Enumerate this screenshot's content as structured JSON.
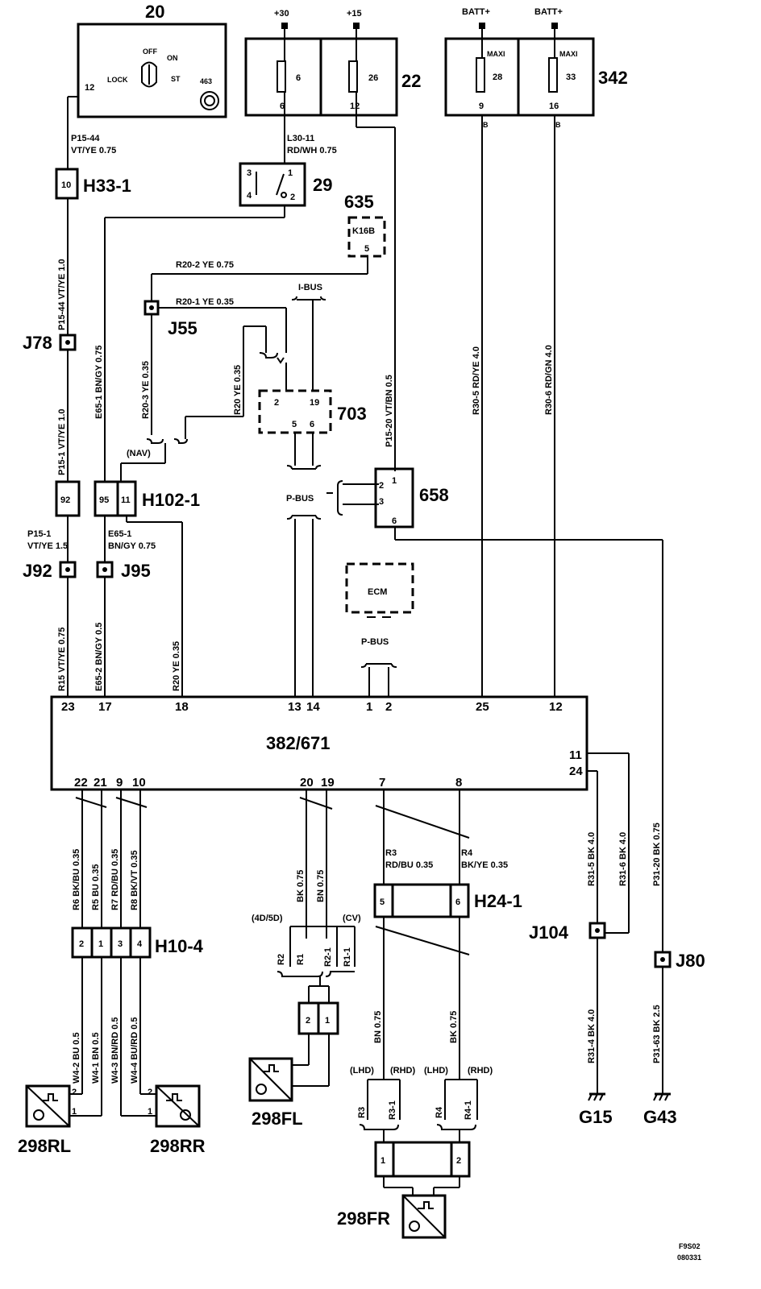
{
  "components": {
    "c20": "20",
    "c22": "22",
    "c342": "342",
    "c29": "29",
    "c635": "635",
    "k16b": "K16B",
    "c703": "703",
    "c658": "658",
    "ecm": "ECM",
    "main": "382/671",
    "h33": "H33-1",
    "h102": "H102-1",
    "h10": "H10-4",
    "h24": "H24-1",
    "j78": "J78",
    "j55": "J55",
    "j92": "J92",
    "j95": "J95",
    "j104": "J104",
    "j80": "J80",
    "g15": "G15",
    "g43": "G43",
    "rl": "298RL",
    "rr": "298RR",
    "fl": "298FL",
    "fr": "298FR"
  },
  "supply": {
    "t30": "+30",
    "t15": "+15",
    "batt1": "BATT+",
    "batt2": "BATT+",
    "maxi": "MAXI"
  },
  "ign": {
    "off": "OFF",
    "on": "ON",
    "lock": "LOCK",
    "st": "ST",
    "n463": "463",
    "p12": "12"
  },
  "fuse": {
    "f6": "6",
    "f26": "26",
    "o6": "6",
    "o12": "12",
    "f28": "28",
    "f33": "33",
    "o9": "9",
    "o16": "16",
    "b1": "B",
    "b2": "B"
  },
  "relay": {
    "p1": "1",
    "p2": "2",
    "p3": "3",
    "p4": "4"
  },
  "pins": {
    "h33": "10",
    "h102a": "92",
    "h102b": "95",
    "h102c": "11",
    "k16b": "5",
    "m703a": "2",
    "m703b": "19",
    "m703c": "5",
    "m703d": "6",
    "m658a": "1",
    "m658b": "2",
    "m658c": "3",
    "m658d": "6",
    "top": [
      "23",
      "17",
      "18",
      "13",
      "14",
      "1",
      "2",
      "25",
      "12"
    ],
    "r11": "11",
    "r24": "24",
    "bot": [
      "22",
      "21",
      "9",
      "10",
      "20",
      "19",
      "7",
      "8"
    ],
    "h10": [
      "2",
      "1",
      "3",
      "4"
    ],
    "h24": [
      "5",
      "6"
    ],
    "fl": [
      "2",
      "1"
    ],
    "fr": [
      "1",
      "2"
    ],
    "rl": [
      "2",
      "1"
    ],
    "rr": [
      "2",
      "1"
    ]
  },
  "wires": {
    "p1544a": "P15-44",
    "p1544b": "VT/YE  0.75",
    "l3011a": "L30-11",
    "l3011b": "RD/WH  0.75",
    "r202": "R20-2  YE  0.75",
    "r201": "R20-1  YE  0.35",
    "ibus": "I-BUS",
    "pbus1": "P-BUS",
    "pbus2": "P-BUS",
    "nav": "(NAV)",
    "v1": "P15-44  VT/YE  1.0",
    "v2": "P15-1  VT/YE  1.0",
    "v3": "E65-1  BN/GY  0.75",
    "v4": "R20-3  YE  0.35",
    "v5": "R20  YE  0.35",
    "v6": "P15-20  VT/BN  0.5",
    "v7": "R30-5  RD/YE  4.0",
    "v8": "R30-6  RD/GN  4.0",
    "p151a": "P15-1",
    "p151b": "VT/YE  1.5",
    "e651a": "E65-1",
    "e651b": "BN/GY  0.75",
    "v9": "R15  VT/YE  0.75",
    "v10": "E65-2  BN/GY  0.5",
    "v11": "R20  YE  0.35",
    "b1": "R6  BK/BU  0.35",
    "b2": "R5  BU  0.35",
    "b3": "R7  RD/BU  0.35",
    "b4": "R8  BK/VT  0.35",
    "b5": "BK  0.75",
    "b6": "BN  0.75",
    "r3a": "R3",
    "r3b": "RD/BU   0.35",
    "r4a": "R4",
    "r4b": "BK/YE  0.35",
    "r315": "R31-5  BK  4.0",
    "r316": "R31-6  BK  4.0",
    "p3120": "P31-20  BK  0.75",
    "w42": "W4-2  BU  0.5",
    "w41": "W4-1  BN  0.5",
    "w43": "W4-3  BN/RD  0.5",
    "w44": "W4-4  BU/RD  0.5",
    "d4d": "(4D/5D)",
    "dcv": "(CV)",
    "rr2": "R2",
    "rr1": "R1",
    "rr21": "R2-1",
    "rr11": "R1-1",
    "bn075": "BN  0.75",
    "bk075": "BK  0.75",
    "lhd1": "(LHD)",
    "rhd1": "(RHD)",
    "lhd2": "(LHD)",
    "rhd2": "(RHD)",
    "fr3": "R3",
    "fr31": "R3-1",
    "fr4": "R4",
    "fr41": "R4-1",
    "r314": "R31-4  BK  4.0",
    "p3163": "P31-63  BK  2.5"
  },
  "footer": {
    "code1": "F9S02",
    "code2": "080331"
  }
}
